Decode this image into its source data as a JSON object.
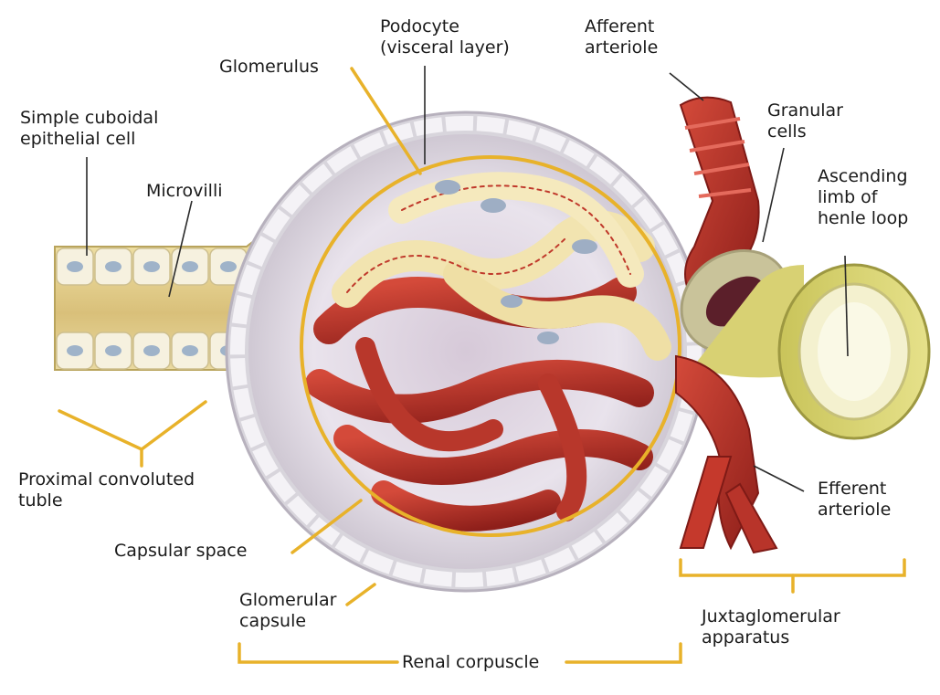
{
  "labels": {
    "podocyte": {
      "line1": "Podocyte",
      "line2": "(visceral layer)"
    },
    "afferent": {
      "line1": "Afferent",
      "line2": "arteriole"
    },
    "glomerulus": "Glomerulus",
    "granular": {
      "line1": "Granular",
      "line2": "cells"
    },
    "simple_cuboidal": {
      "line1": "Simple cuboidal",
      "line2": "epithelial cell"
    },
    "ascending": {
      "line1": "Ascending",
      "line2": "limb of",
      "line3": "henle loop"
    },
    "microvilli": "Microvilli",
    "proximal": {
      "line1": "Proximal convoluted",
      "line2": "tuble"
    },
    "efferent": {
      "line1": "Efferent",
      "line2": "arteriole"
    },
    "capsular_space": "Capsular space",
    "glomerular_capsule": {
      "line1": "Glomerular",
      "line2": "capsule"
    },
    "juxtaglomerular": {
      "line1": "Juxtaglomerular",
      "line2": "apparatus"
    },
    "renal_corpuscle": "Renal corpuscle"
  },
  "colors": {
    "bracket": "#e8b22a",
    "leader": "#2a2a2a",
    "vessel": "#c0392b",
    "vessel_dark": "#8e1f1a",
    "podocyte": "#f3e6b3",
    "capsule_wall": "#e8e6ea",
    "tubule": "#e9d79a"
  }
}
